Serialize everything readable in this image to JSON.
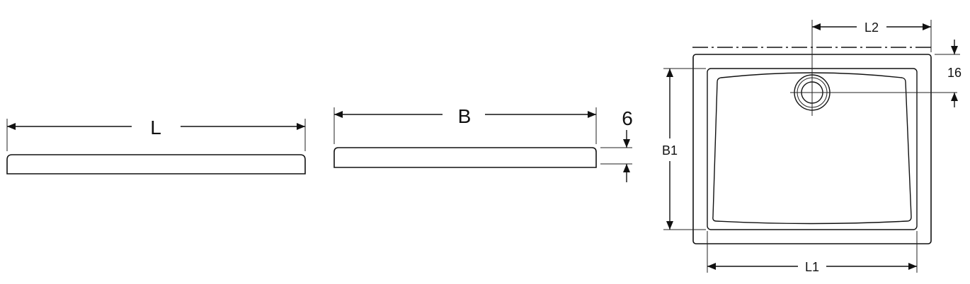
{
  "figure": {
    "side_view_length": {
      "label": "L"
    },
    "side_view_width": {
      "label": "B",
      "thickness_label": "6"
    },
    "plan_view": {
      "outlet_offset_label": "L2",
      "edge_offset_label": "16",
      "inner_width_label": "B1",
      "inner_length_label": "L1"
    }
  }
}
